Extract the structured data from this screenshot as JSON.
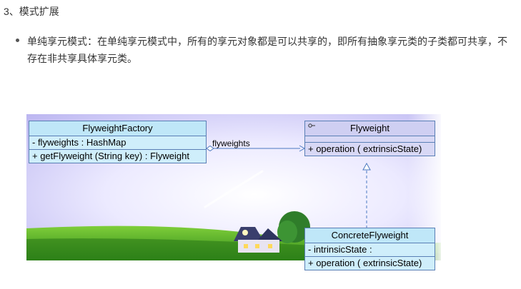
{
  "section": {
    "heading": "3、模式扩展",
    "bullet": "单纯享元模式：在单纯享元模式中，所有的享元对象都是可以共享的，即所有抽象享元类的子类都可共享，不存在非共享具体享元类。"
  },
  "diagram": {
    "factory": {
      "name": "FlyweightFactory",
      "attribute": "- flyweights : HashMap",
      "operation": "+ getFlyweight (String key)  : Flyweight"
    },
    "flyweight": {
      "name": "Flyweight",
      "stereotype_icon": "interface-icon",
      "operation": "+ operation ( extrinsicState)"
    },
    "concrete": {
      "name": "ConcreteFlyweight",
      "attribute": "- intrinsicState :",
      "operation": "+ operation ( extrinsicState)"
    },
    "association_label": "flyweights",
    "colors": {
      "class_fill": "#cfeefb",
      "interface_fill": "#d8d8f5",
      "class_border": "#5a7fb5",
      "connector": "#4a78c0"
    }
  }
}
